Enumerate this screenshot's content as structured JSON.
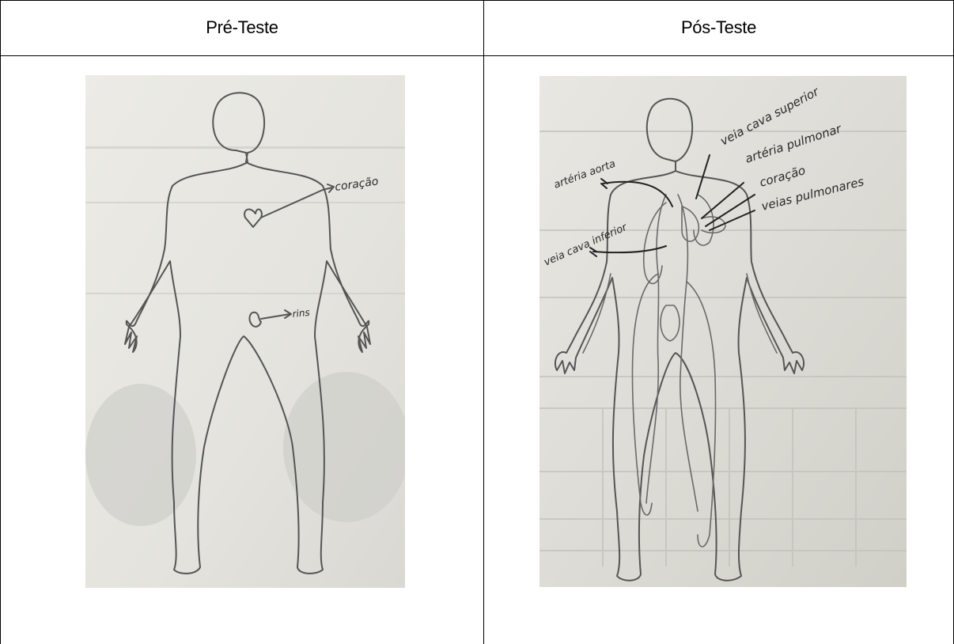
{
  "table": {
    "headers": [
      "Pré-Teste",
      "Pós-Teste"
    ]
  },
  "pre_test": {
    "annotations": [
      "coração",
      "rins"
    ]
  },
  "post_test": {
    "annotations": [
      "veia cava superior",
      "artéria pulmonar",
      "coração",
      "veias pulmonares",
      "artéria aorta",
      "veia cava inferior"
    ]
  },
  "colors": {
    "border": "#000000",
    "paper": "#e9e8e3",
    "pencil": "#4a4a4a",
    "ink": "#2a2a2a"
  }
}
